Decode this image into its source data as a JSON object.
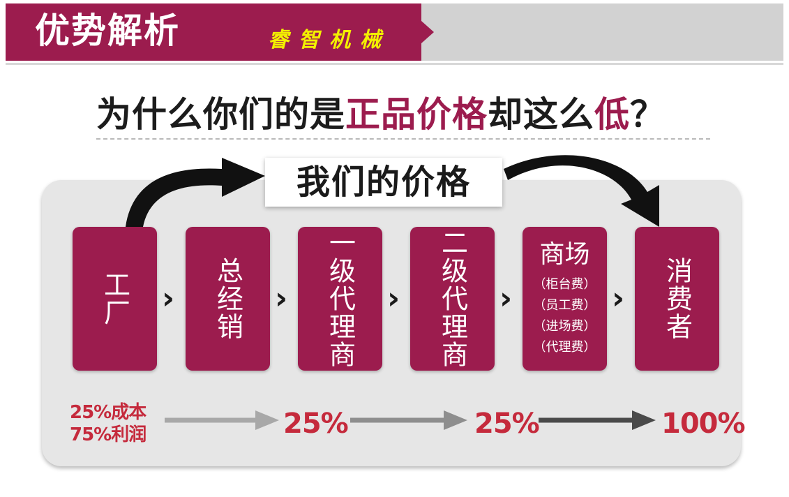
{
  "header": {
    "title": "优势解析",
    "subtitle": "睿智机械"
  },
  "headline": {
    "part1": "为什么你们的是",
    "highlight1": "正品价格",
    "part2": "却这么",
    "highlight2": "低",
    "part3": "？"
  },
  "price_label": "我们的价格",
  "flow": [
    {
      "label": "工厂"
    },
    {
      "label": "总经销"
    },
    {
      "label": "一级代理商"
    },
    {
      "label": "二级代理商"
    },
    {
      "label": "商场",
      "notes": [
        "（柜台费）",
        "（员工费）",
        "（进场费）",
        "（代理费）"
      ]
    },
    {
      "label": "消费者"
    }
  ],
  "bottom": {
    "cost_line1": "25%成本",
    "cost_line2": "75%利润",
    "pct1": "25%",
    "pct2": "25%",
    "pct3": "100%"
  },
  "colors": {
    "primary": "#9c1c4e",
    "accent_red": "#c52a3c",
    "subtitle_yellow": "#f3f000",
    "panel_gray": "#e6e6e6"
  }
}
